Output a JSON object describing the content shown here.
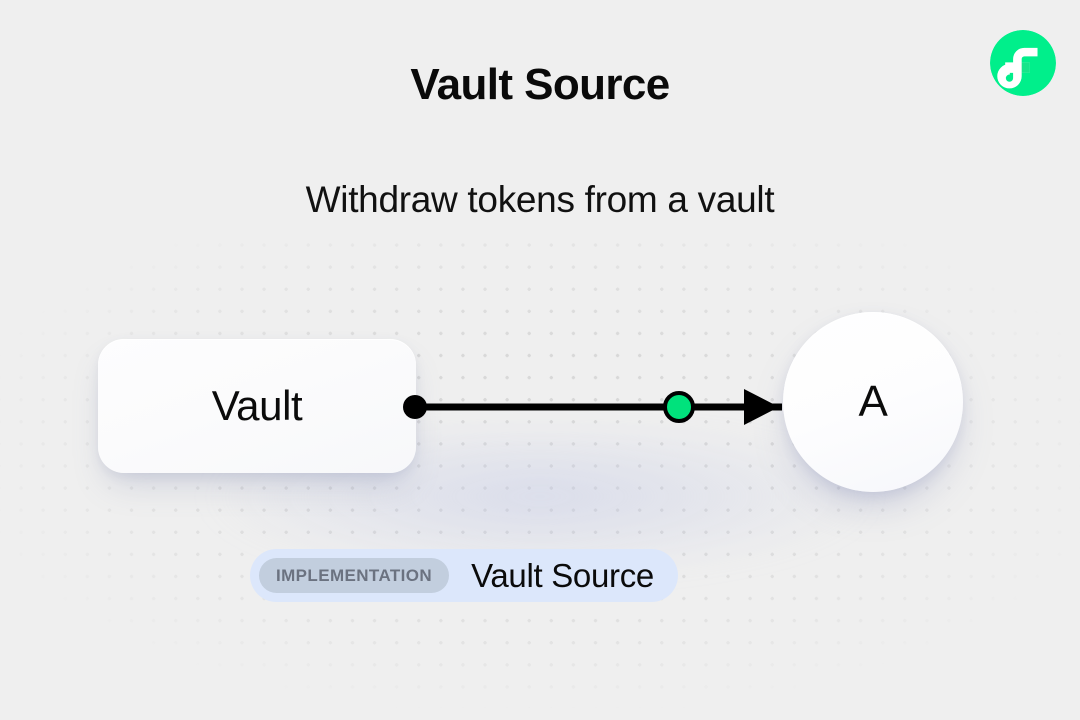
{
  "page": {
    "title": "Vault Source",
    "subtitle": "Withdraw tokens from a vault",
    "background_color": "#efefef",
    "dot_grid_color": "#d8d8d8"
  },
  "brand": {
    "logo_name": "flow-logo",
    "logo_circle_color": "#00ef8b",
    "logo_mark_color": "#ffffff",
    "logo_accent_color": "#16e58a"
  },
  "diagram": {
    "nodes": [
      {
        "id": "vault",
        "shape": "rounded-rect",
        "label": "Vault",
        "fill": "#fcfcfd"
      },
      {
        "id": "a",
        "shape": "circle",
        "label": "A",
        "fill": "#ffffff"
      }
    ],
    "edge": {
      "from": "vault",
      "to": "a",
      "source_handle_color": "#000000",
      "midpoint_dot_color": "#00e27c",
      "midpoint_dot_stroke": "#000000",
      "line_color": "#000000",
      "arrowhead": "solid-triangle"
    }
  },
  "badge": {
    "tag_label": "IMPLEMENTATION",
    "name": "Vault Source",
    "outer_color": "#dce7fb",
    "tag_color": "#c2cede",
    "tag_text_color": "#6b7280"
  }
}
